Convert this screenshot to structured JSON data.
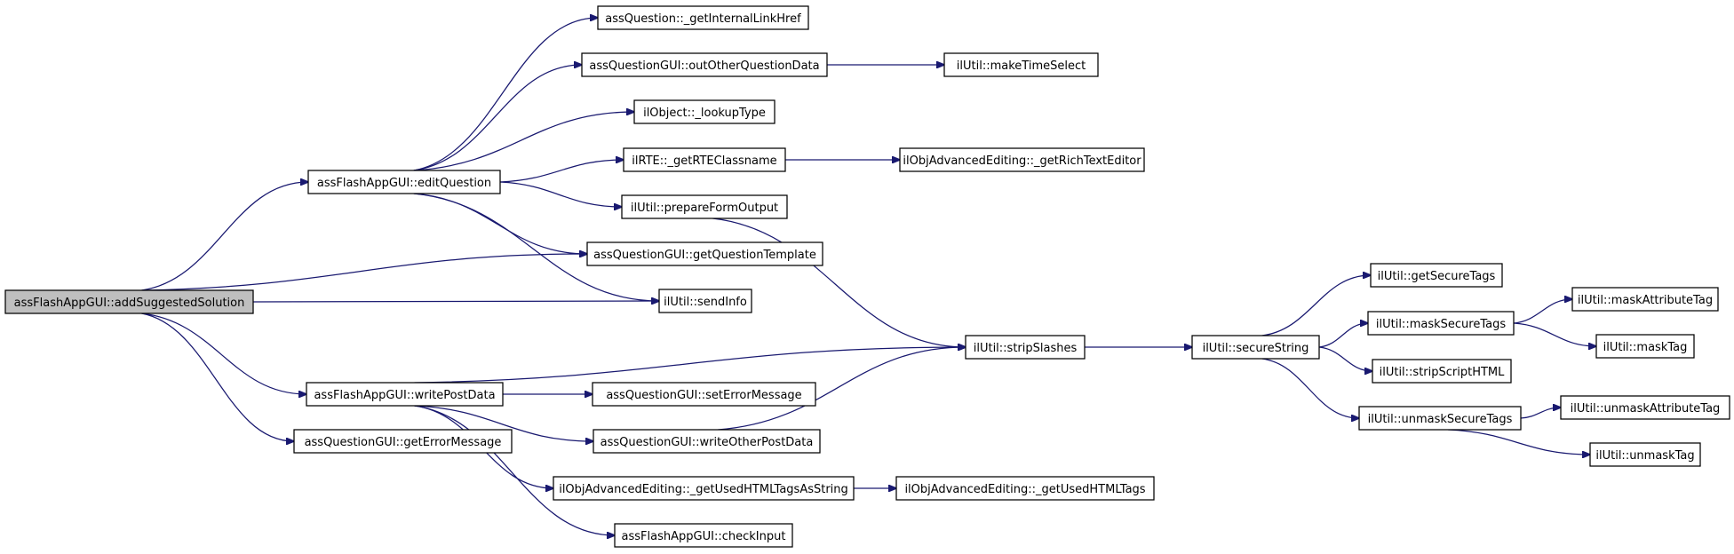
{
  "nodes": [
    {
      "id": "addSuggestedSolution",
      "label": "assFlashAppGUI::addSuggestedSolution",
      "root": true
    },
    {
      "id": "editQuestion",
      "label": "assFlashAppGUI::editQuestion"
    },
    {
      "id": "writePostData",
      "label": "assFlashAppGUI::writePostData"
    },
    {
      "id": "getErrorMessage",
      "label": "assQuestionGUI::getErrorMessage"
    },
    {
      "id": "getInternalLinkHref",
      "label": "assQuestion::_getInternalLinkHref"
    },
    {
      "id": "outOtherQuestionData",
      "label": "assQuestionGUI::outOtherQuestionData"
    },
    {
      "id": "lookupType",
      "label": "ilObject::_lookupType"
    },
    {
      "id": "getRTEClassname",
      "label": "ilRTE::_getRTEClassname"
    },
    {
      "id": "prepareFormOutput",
      "label": "ilUtil::prepareFormOutput"
    },
    {
      "id": "getQuestionTemplate",
      "label": "assQuestionGUI::getQuestionTemplate"
    },
    {
      "id": "sendInfo",
      "label": "ilUtil::sendInfo"
    },
    {
      "id": "setErrorMessage",
      "label": "assQuestionGUI::setErrorMessage"
    },
    {
      "id": "writeOtherPostData",
      "label": "assQuestionGUI::writeOtherPostData"
    },
    {
      "id": "getUsedHTMLTagsAsString",
      "label": "ilObjAdvancedEditing::_getUsedHTMLTagsAsString"
    },
    {
      "id": "checkInput",
      "label": "assFlashAppGUI::checkInput"
    },
    {
      "id": "makeTimeSelect",
      "label": "ilUtil::makeTimeSelect"
    },
    {
      "id": "getRichTextEditor",
      "label": "ilObjAdvancedEditing::_getRichTextEditor"
    },
    {
      "id": "stripSlashes",
      "label": "ilUtil::stripSlashes"
    },
    {
      "id": "getUsedHTMLTags",
      "label": "ilObjAdvancedEditing::_getUsedHTMLTags"
    },
    {
      "id": "secureString",
      "label": "ilUtil::secureString"
    },
    {
      "id": "getSecureTags",
      "label": "ilUtil::getSecureTags"
    },
    {
      "id": "maskSecureTags",
      "label": "ilUtil::maskSecureTags"
    },
    {
      "id": "stripScriptHTML",
      "label": "ilUtil::stripScriptHTML"
    },
    {
      "id": "unmaskSecureTags",
      "label": "ilUtil::unmaskSecureTags"
    },
    {
      "id": "maskAttributeTag",
      "label": "ilUtil::maskAttributeTag"
    },
    {
      "id": "maskTag",
      "label": "ilUtil::maskTag"
    },
    {
      "id": "unmaskAttributeTag",
      "label": "ilUtil::unmaskAttributeTag"
    },
    {
      "id": "unmaskTag",
      "label": "ilUtil::unmaskTag"
    }
  ],
  "edges": [
    {
      "from": "addSuggestedSolution",
      "to": "editQuestion"
    },
    {
      "from": "addSuggestedSolution",
      "to": "getQuestionTemplate"
    },
    {
      "from": "addSuggestedSolution",
      "to": "sendInfo"
    },
    {
      "from": "addSuggestedSolution",
      "to": "writePostData"
    },
    {
      "from": "addSuggestedSolution",
      "to": "getErrorMessage"
    },
    {
      "from": "editQuestion",
      "to": "getInternalLinkHref"
    },
    {
      "from": "editQuestion",
      "to": "outOtherQuestionData"
    },
    {
      "from": "editQuestion",
      "to": "lookupType"
    },
    {
      "from": "editQuestion",
      "to": "getRTEClassname"
    },
    {
      "from": "editQuestion",
      "to": "prepareFormOutput"
    },
    {
      "from": "editQuestion",
      "to": "getQuestionTemplate"
    },
    {
      "from": "editQuestion",
      "to": "sendInfo"
    },
    {
      "from": "outOtherQuestionData",
      "to": "makeTimeSelect"
    },
    {
      "from": "getRTEClassname",
      "to": "getRichTextEditor"
    },
    {
      "from": "prepareFormOutput",
      "to": "stripSlashes"
    },
    {
      "from": "writePostData",
      "to": "stripSlashes"
    },
    {
      "from": "writePostData",
      "to": "setErrorMessage"
    },
    {
      "from": "writePostData",
      "to": "writeOtherPostData"
    },
    {
      "from": "writePostData",
      "to": "getUsedHTMLTagsAsString"
    },
    {
      "from": "writePostData",
      "to": "checkInput"
    },
    {
      "from": "writeOtherPostData",
      "to": "stripSlashes"
    },
    {
      "from": "getUsedHTMLTagsAsString",
      "to": "getUsedHTMLTags"
    },
    {
      "from": "stripSlashes",
      "to": "secureString"
    },
    {
      "from": "secureString",
      "to": "getSecureTags"
    },
    {
      "from": "secureString",
      "to": "maskSecureTags"
    },
    {
      "from": "secureString",
      "to": "stripScriptHTML"
    },
    {
      "from": "secureString",
      "to": "unmaskSecureTags"
    },
    {
      "from": "maskSecureTags",
      "to": "maskAttributeTag"
    },
    {
      "from": "maskSecureTags",
      "to": "maskTag"
    },
    {
      "from": "unmaskSecureTags",
      "to": "unmaskAttributeTag"
    },
    {
      "from": "unmaskSecureTags",
      "to": "unmaskTag"
    }
  ]
}
